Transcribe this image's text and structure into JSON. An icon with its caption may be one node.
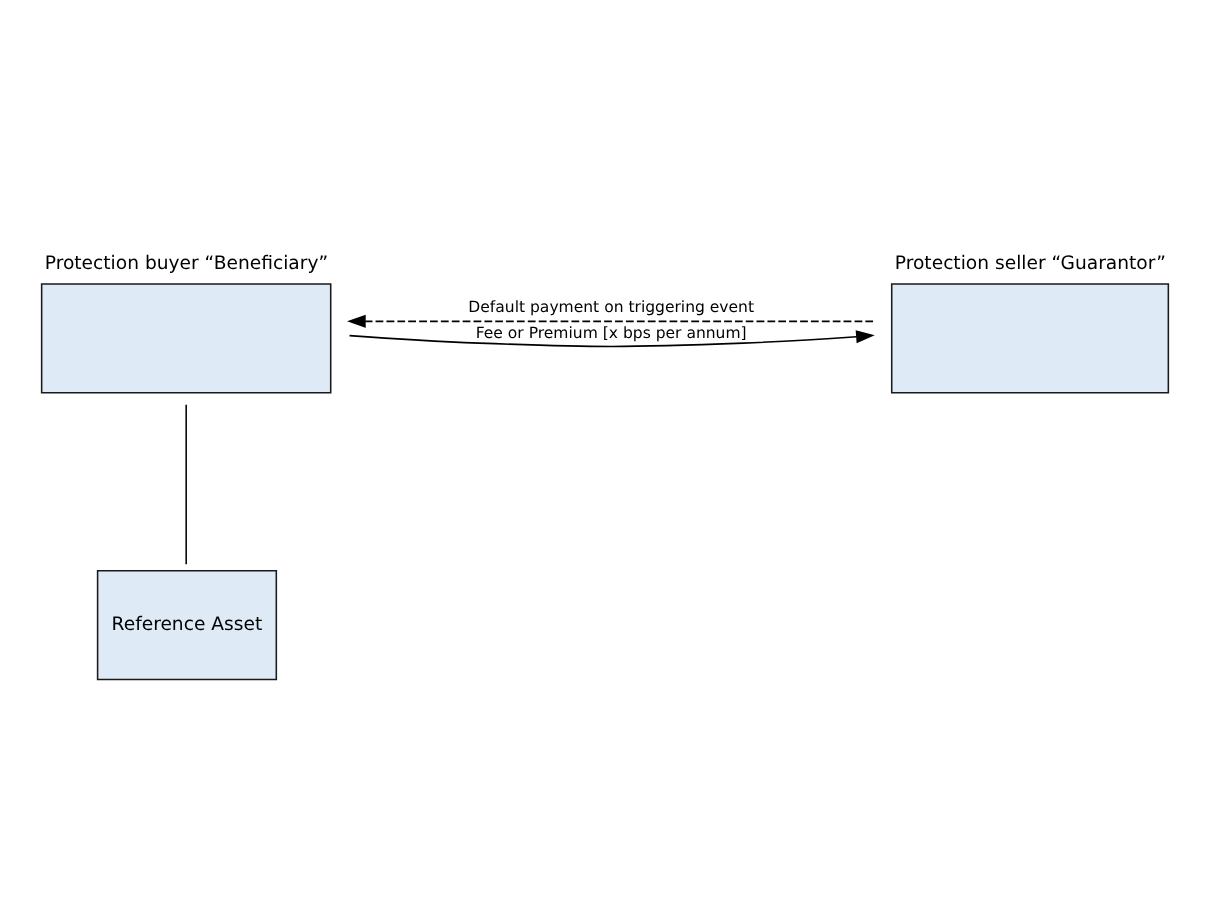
{
  "diagram": {
    "nodes": [
      {
        "text": [
          "Protection buyer “Beneficiary”"
        ]
      },
      {
        "text": [
          "Protection seller “Guarantor”"
        ]
      },
      {
        "text": [
          "Reference Asset"
        ]
      }
    ],
    "edges": [
      {
        "from": 0,
        "to": 1,
        "arrow": "to",
        "label": "Fee or Premium [x bps per annum]"
      },
      {
        "from": 1,
        "to": 0,
        "arrow": "to",
        "style": "dashed",
        "label": "Default payment on triggering event"
      },
      {
        "from": 0,
        "to": 2,
        "arrow": "none"
      }
    ]
  }
}
